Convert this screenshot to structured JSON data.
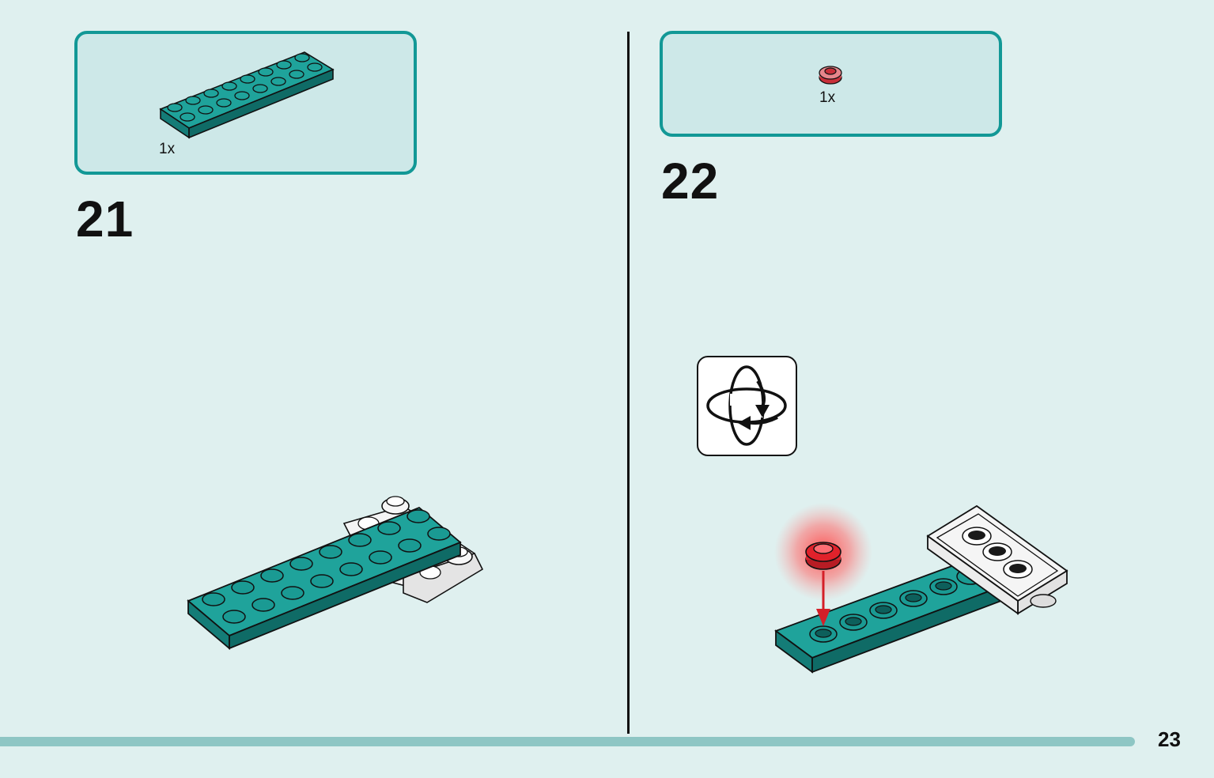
{
  "steps": [
    {
      "number": "21",
      "parts": [
        {
          "quantity": "1x",
          "name": "teal-plate-2x8"
        }
      ]
    },
    {
      "number": "22",
      "parts": [
        {
          "quantity": "1x",
          "name": "red-round-plate-1x1"
        }
      ]
    }
  ],
  "rotate_icon": "rotate-model-icon",
  "page_number": "23",
  "colors": {
    "background": "#dff0ef",
    "box_border": "#129896",
    "box_fill": "#cde8e8",
    "teal_brick": "#1a9a93",
    "red_brick": "#e0222b",
    "bottom_bar": "#8ec6c4"
  }
}
